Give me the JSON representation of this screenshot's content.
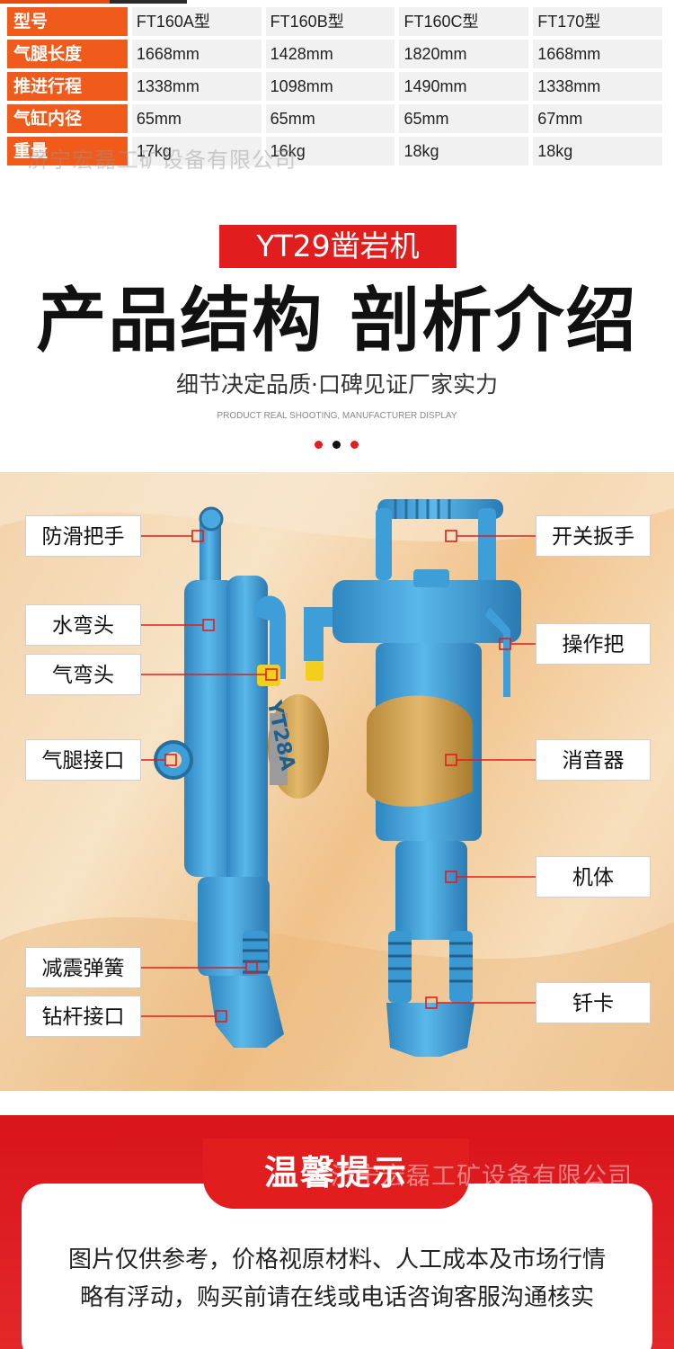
{
  "spec_table": {
    "rows": [
      {
        "label": "型号",
        "values": [
          "FT160A型",
          "FT160B型",
          "FT160C型",
          "FT170型"
        ]
      },
      {
        "label": "气腿长度",
        "values": [
          "1668mm",
          "1428mm",
          "1820mm",
          "1668mm"
        ]
      },
      {
        "label": "推进行程",
        "values": [
          "1338mm",
          "1098mm",
          "1490mm",
          "1338mm"
        ]
      },
      {
        "label": "气缸内径",
        "values": [
          "65mm",
          "65mm",
          "65mm",
          "67mm"
        ]
      },
      {
        "label": "重量",
        "values": [
          "17kg",
          "16kg",
          "18kg",
          "18kg"
        ]
      }
    ],
    "watermark": "济宁宏磊工矿设备有限公司"
  },
  "header": {
    "tag": "YT29凿岩机",
    "title": "产品结构  剖析介绍",
    "subtitle": "细节决定品质·口碑见证厂家实力",
    "english": "PRODUCT REAL SHOOTING, MANUFACTURER DISPLAY",
    "dot_colors": [
      "#e11d1d",
      "#111111",
      "#e11d1d"
    ]
  },
  "product": {
    "drill_model_marking": "YT28A",
    "left_callouts": [
      "防滑把手",
      "水弯头",
      "气弯头",
      "气腿接口",
      "减震弹簧",
      "钻杆接口"
    ],
    "right_callouts": [
      "开关扳手",
      "操作把",
      "消音器",
      "机体",
      "钎卡"
    ],
    "accent_color": "#e11d1d",
    "drill_color": "#3d9fd8"
  },
  "tips": {
    "title": "温馨提示",
    "lines": [
      "图片仅供参考，价格视原材料、人工成本及市场行情",
      "略有浮动，购买前请在线或电话咨询客服沟通核实"
    ],
    "watermark": "济宁宏磊工矿设备有限公司"
  }
}
